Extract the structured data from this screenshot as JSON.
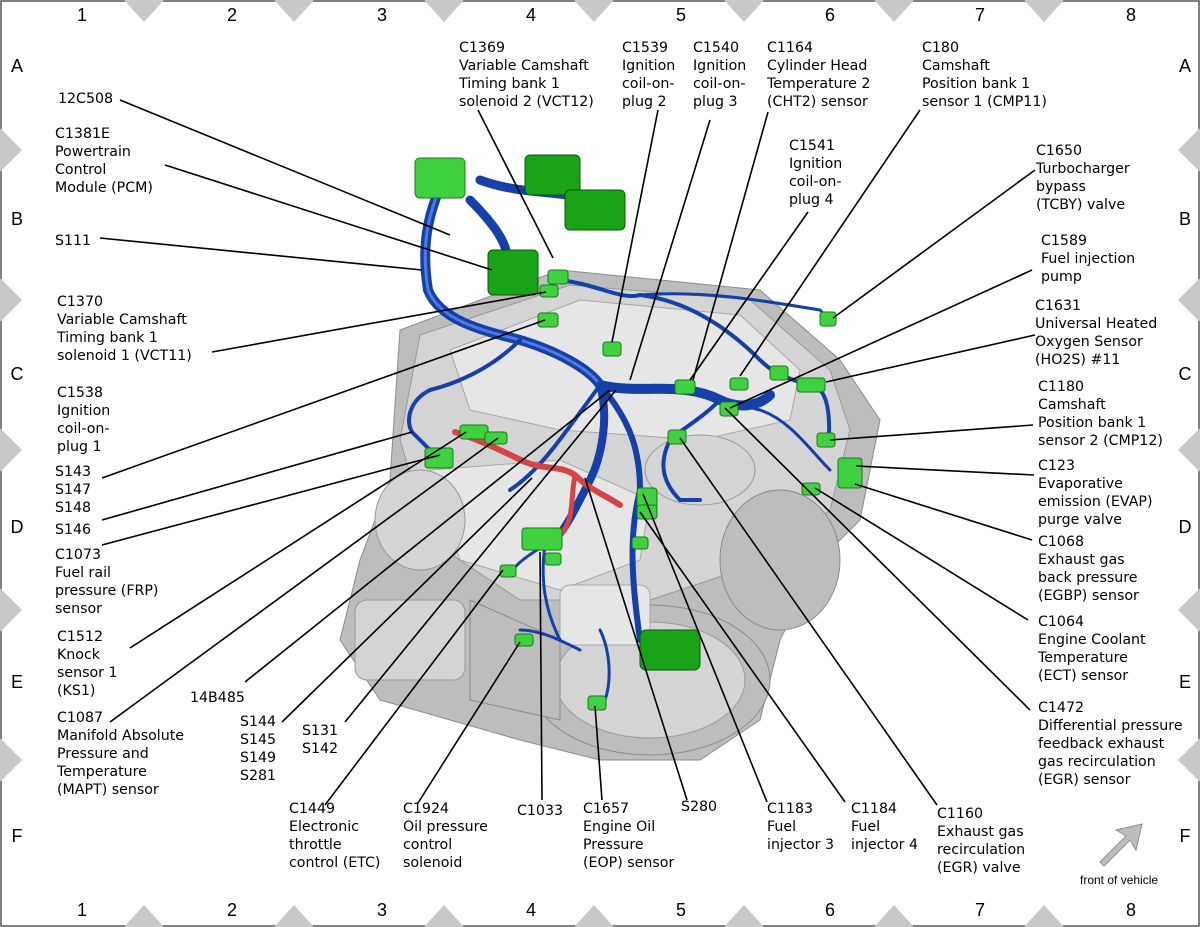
{
  "grid": {
    "columns": [
      "1",
      "2",
      "3",
      "4",
      "5",
      "6",
      "7",
      "8"
    ],
    "rows": [
      "A",
      "B",
      "C",
      "D",
      "E",
      "F"
    ]
  },
  "callouts": [
    {
      "id": "c1369",
      "lines": [
        "C1369",
        "Variable Camshaft",
        "Timing bank 1",
        "solenoid 2 (VCT12)"
      ]
    },
    {
      "id": "c1539",
      "lines": [
        "C1539",
        "Ignition",
        "coil-on-",
        "plug 2"
      ]
    },
    {
      "id": "c1540",
      "lines": [
        "C1540",
        "Ignition",
        "coil-on-",
        "plug 3"
      ]
    },
    {
      "id": "c1164",
      "lines": [
        "C1164",
        "Cylinder Head",
        "Temperature 2",
        "(CHT2) sensor"
      ]
    },
    {
      "id": "c180",
      "lines": [
        "C180",
        "Camshaft",
        "Position bank 1",
        "sensor 1 (CMP11)"
      ]
    },
    {
      "id": "12c508",
      "lines": [
        "12C508"
      ]
    },
    {
      "id": "c1381e",
      "lines": [
        "C1381E",
        "Powertrain",
        "Control",
        "Module (PCM)"
      ]
    },
    {
      "id": "c1541",
      "lines": [
        "C1541",
        "Ignition",
        "coil-on-",
        "plug 4"
      ]
    },
    {
      "id": "c1650",
      "lines": [
        "C1650",
        "Turbocharger",
        "bypass",
        "(TCBY) valve"
      ]
    },
    {
      "id": "s111",
      "lines": [
        "S111"
      ]
    },
    {
      "id": "c1589",
      "lines": [
        "C1589",
        "Fuel injection",
        "pump"
      ]
    },
    {
      "id": "c1370",
      "lines": [
        "C1370",
        "Variable Camshaft",
        "Timing bank 1",
        "solenoid 1 (VCT11)"
      ]
    },
    {
      "id": "c1631",
      "lines": [
        "C1631",
        "Universal Heated",
        "Oxygen Sensor",
        "(HO2S) #11"
      ]
    },
    {
      "id": "c1538",
      "lines": [
        "C1538",
        "Ignition",
        "coil-on-",
        "plug 1"
      ]
    },
    {
      "id": "c1180",
      "lines": [
        "C1180",
        "Camshaft",
        "Position bank 1",
        "sensor 2 (CMP12)"
      ]
    },
    {
      "id": "s143",
      "lines": [
        "S143",
        "S147",
        "S148"
      ]
    },
    {
      "id": "s146",
      "lines": [
        "S146"
      ]
    },
    {
      "id": "c123",
      "lines": [
        "C123",
        "Evaporative",
        "emission (EVAP)",
        "purge valve"
      ]
    },
    {
      "id": "c1073",
      "lines": [
        "C1073",
        "Fuel rail",
        "pressure (FRP)",
        "sensor"
      ]
    },
    {
      "id": "c1068",
      "lines": [
        "C1068",
        "Exhaust gas",
        "back pressure",
        "(EGBP) sensor"
      ]
    },
    {
      "id": "c1512",
      "lines": [
        "C1512",
        "Knock",
        "sensor 1",
        "(KS1)"
      ]
    },
    {
      "id": "c1064",
      "lines": [
        "C1064",
        "Engine Coolant",
        "Temperature",
        "(ECT) sensor"
      ]
    },
    {
      "id": "14b485",
      "lines": [
        "14B485"
      ]
    },
    {
      "id": "c1087",
      "lines": [
        "C1087",
        "Manifold Absolute",
        "Pressure and",
        "Temperature",
        "(MAPT) sensor"
      ]
    },
    {
      "id": "s144",
      "lines": [
        "S144",
        "S145",
        "S149",
        "S281"
      ]
    },
    {
      "id": "s131",
      "lines": [
        "S131",
        "S142"
      ]
    },
    {
      "id": "c1472",
      "lines": [
        "C1472",
        "Differential pressure",
        "feedback exhaust",
        "gas recirculation",
        "(EGR) sensor"
      ]
    },
    {
      "id": "c1449",
      "lines": [
        "C1449",
        "Electronic",
        "throttle",
        "control (ETC)"
      ]
    },
    {
      "id": "c1924",
      "lines": [
        "C1924",
        "Oil pressure",
        "control",
        "solenoid"
      ]
    },
    {
      "id": "c1033",
      "lines": [
        "C1033"
      ]
    },
    {
      "id": "c1657",
      "lines": [
        "C1657",
        "Engine Oil",
        "Pressure",
        "(EOP) sensor"
      ]
    },
    {
      "id": "s280",
      "lines": [
        "S280"
      ]
    },
    {
      "id": "c1183",
      "lines": [
        "C1183",
        "Fuel",
        "injector 3"
      ]
    },
    {
      "id": "c1184",
      "lines": [
        "C1184",
        "Fuel",
        "injector 4"
      ]
    },
    {
      "id": "c1160",
      "lines": [
        "C1160",
        "Exhaust gas",
        "recirculation",
        "(EGR) valve"
      ]
    }
  ],
  "front_note": "front of vehicle",
  "colors": {
    "harness": "#1540a8",
    "connector": "#3fd13f",
    "module": "#19a319",
    "red_harness": "#d64545",
    "engine": "#d4d4d4",
    "grid_marker": "#c8c8c8"
  }
}
